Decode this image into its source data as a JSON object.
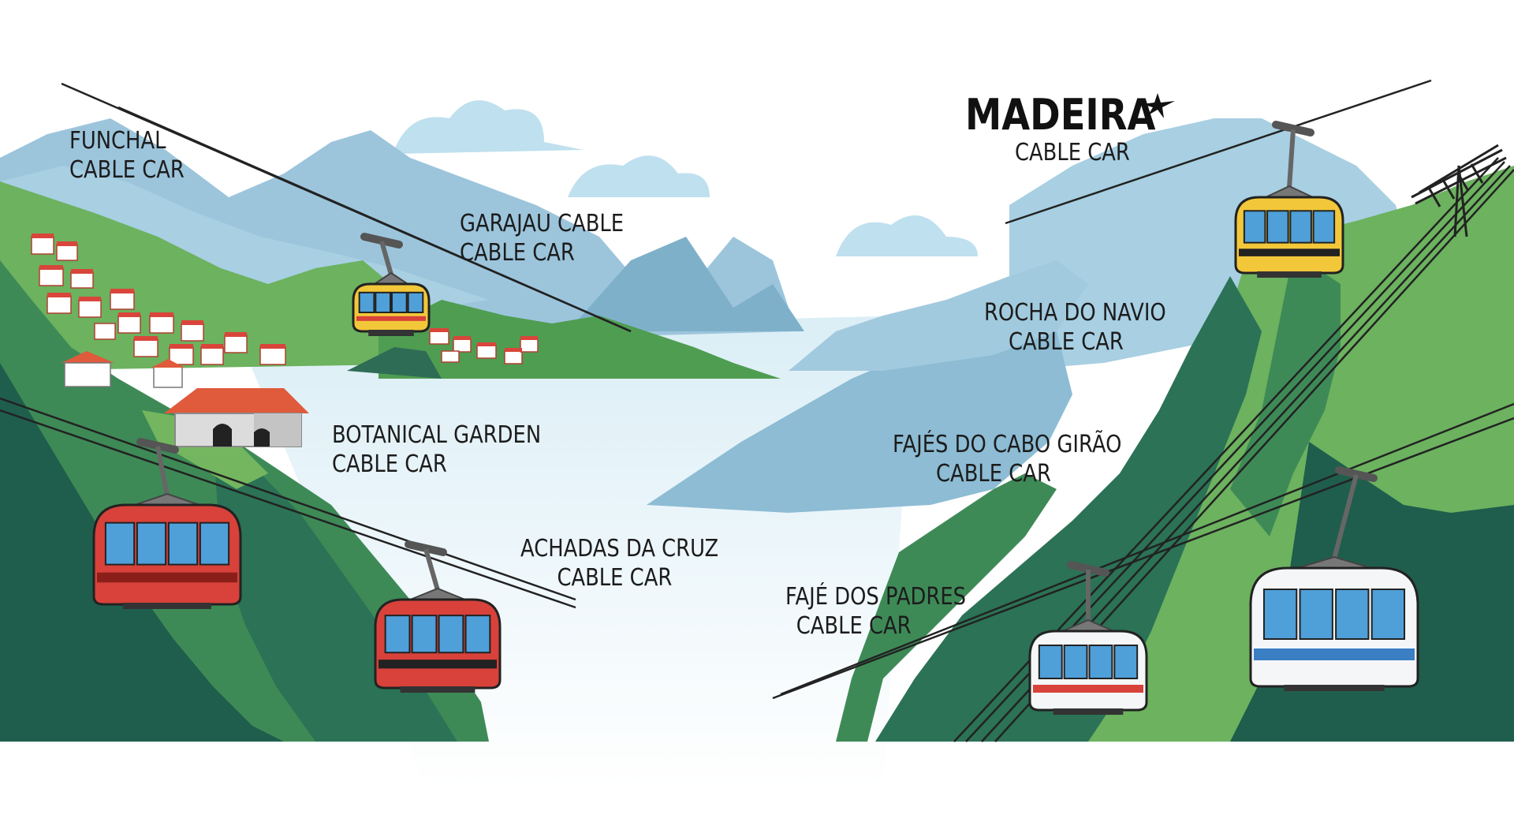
{
  "brand": {
    "title": "MADEIRA",
    "subtitle": "CABLE CAR",
    "logo_icon": "bird-icon"
  },
  "labels": {
    "funchal": {
      "line1": "FUNCHAL",
      "line2": "CABLE CAR"
    },
    "garajau": {
      "line1": "GARAJAU CABLE",
      "line2": "CABLE CAR"
    },
    "botanical": {
      "line1": "BOTANICAL GARDEN",
      "line2": "CABLE CAR"
    },
    "achadas": {
      "line1": "ACHADAS DA CRUZ",
      "line2": "CABLE CAR"
    },
    "rocha": {
      "line1": "ROCHA DO NAVIO",
      "line2": "CABLE CAR"
    },
    "fajas_cabo": {
      "line1": "FAJÉS DO CABO GIRÃO",
      "line2": "CABLE CAR"
    },
    "faje_padres": {
      "line1": "FAJÉ DOS PADRES",
      "line2": "CABLE CAR"
    }
  },
  "colors": {
    "sky_cloud": "#b9dcec",
    "mountain_blue": "#8fbcd4",
    "hill_green": "#5fa85a",
    "cliff_dark": "#1f5e4c",
    "sea": "#e9f3f7",
    "cabin_red": "#d8423a",
    "cabin_yellow": "#f2c83a",
    "cabin_white": "#f4f6f8",
    "window_blue": "#4f9fd8",
    "roof_red": "#e05a3c"
  }
}
